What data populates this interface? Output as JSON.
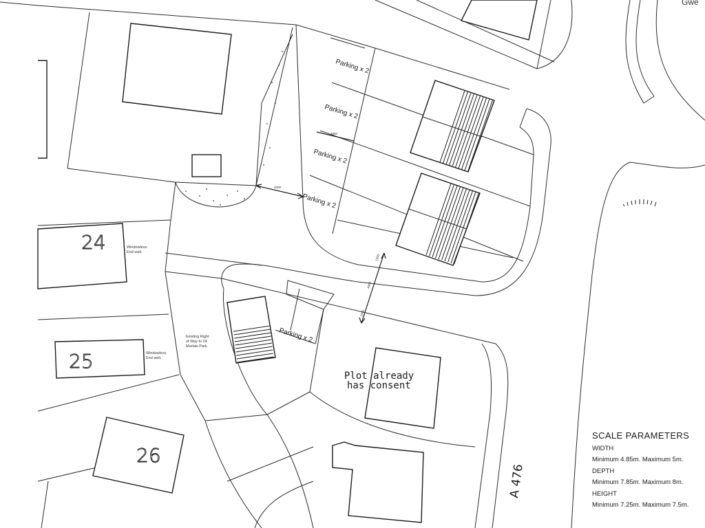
{
  "labels": {
    "top_right": "Gwe",
    "parking": [
      "Parking x 2",
      "Parking x 2",
      "Parking x 2",
      "Parking x 2",
      "Parking x 2"
    ],
    "plot_numbers": [
      "24",
      "25",
      "26"
    ],
    "windowless_1": [
      "Windowless",
      "End wall."
    ],
    "windowless_2": [
      "Windowless",
      "End wall."
    ],
    "right_of_way": [
      "Existing Right",
      "of Way to 24",
      "Marlais Park."
    ],
    "plot_consent": [
      "Plot already",
      "has consent"
    ],
    "road": "A 476"
  },
  "scale": {
    "title": "SCALE PARAMETERS",
    "width_label": "WIDTH",
    "width_value": "Minimum 4.85m.  Maximum 5m.",
    "depth_label": "DEPTH",
    "depth_value": "Minimum 7.85m.  Maximum 8m.",
    "height_label": "HEIGHT",
    "height_value": "Minimum 7.25m.  Maximum 7.5m."
  }
}
